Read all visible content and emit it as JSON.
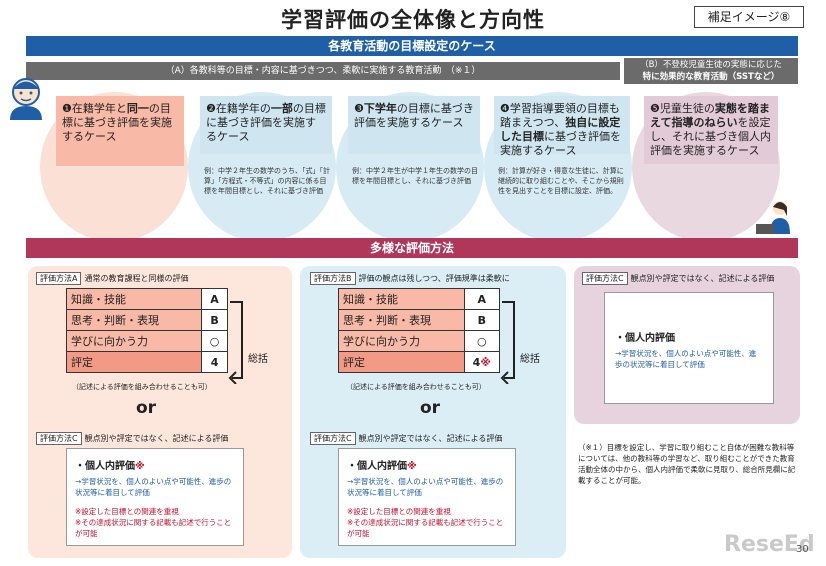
{
  "header": {
    "title": "学習評価の全体像と方向性",
    "badge": "補足イメージ⑧"
  },
  "banner_top": "各教育活動の目標設定のケース",
  "banner_a": "（A）各教科等の目標・内容に基づきつつ、柔軟に実施する教育活動　（※１）",
  "banner_b_line1": "（B）不登校児童生徒の実態に応じた",
  "banner_b_line2": "特に効果的な教育活動（SSTなど）",
  "cases": [
    {
      "num": "❶",
      "text_a": "在籍学年と",
      "bold": "同一",
      "text_b": "の目標に基づき評価を実施するケース"
    },
    {
      "num": "❷",
      "text_a": "在籍学年の",
      "bold": "一部",
      "text_b": "の目標に基づき評価を実施するケース",
      "example": "例：中学２年生の数学のうち、「式」「計算」「方程式・不等式」の内容に係る目標を年間目標とし、それに基づき評価"
    },
    {
      "num": "❸",
      "text_a": "",
      "bold": "下学年",
      "text_b": "の目標に基づき評価を実施するケース",
      "example": "例：中学２年生が中学１年生の数学の目標を年間目標とし、それに基づき評価"
    },
    {
      "num": "❹",
      "text_a": "学習指導要領の目標も踏まえつつ、",
      "bold": "独自に設定した目標",
      "text_b": "に基づき評価を実施するケース",
      "example": "例：計算が好き・得意な生徒に、計算に継続的に取り組むことや、そこから規則性を見出すことを目標に設定、評価。"
    },
    {
      "num": "❺",
      "text_a": "児童生徒の",
      "bold": "実態を踏まえて指導のねらい",
      "text_b": "を設定し、それに基づき個人内評価を実施するケース"
    }
  ],
  "banner_methods": "多様な評価方法",
  "method_a": {
    "tag": "評価方法A",
    "caption": "通常の教育課程と同様の評価",
    "rows": [
      {
        "label": "知識・技能",
        "value": "A"
      },
      {
        "label": "思考・判断・表現",
        "value": "B"
      },
      {
        "label": "学びに向かう力",
        "value": "○"
      },
      {
        "label": "評定",
        "value": "4"
      }
    ],
    "sokatsu": "総括",
    "note": "（記述による評価を組み合わせることも可）"
  },
  "method_b": {
    "tag": "評価方法B",
    "caption": "評価の観点は残しつつ、評価規準は柔軟に",
    "rows": [
      {
        "label": "知識・技能",
        "value": "A"
      },
      {
        "label": "思考・判断・表現",
        "value": "B"
      },
      {
        "label": "学びに向かう力",
        "value": "○"
      },
      {
        "label": "評定",
        "value": "4"
      }
    ],
    "hyoutei_mark": "※",
    "sokatsu": "総括",
    "note": "（記述による評価を組み合わせることも可）"
  },
  "or_label": "or",
  "method_c": {
    "tag": "評価方法C",
    "caption": "観点別や評定ではなく、記述による評価",
    "heading": "・個人内評価",
    "mark": "※",
    "body": "→学習状況を、個人のよい点や可能性、進歩の状況等に着目して評価",
    "red_1": "※設定した目標との関連を重視",
    "red_2": "※その達成状況に関する記載も記述で行うことが可能"
  },
  "footnote": "（※１）目標を設定し、学習に取り組むこと自体が困難な教科等については、他の教科等の学習など、取り組むことができた教育活動全体の中から、個人内評価で柔軟に見取り、総合所見欄に記載することが可能。",
  "page_number": "30",
  "watermark": "ReseEd",
  "colors": {
    "blue": "#1f5fa8",
    "gray": "#6b6b6b",
    "crimson": "#b0375a",
    "salmon": "#f6b6a4",
    "lightblue": "#cfe6f1",
    "mauve": "#e7d3dd"
  }
}
